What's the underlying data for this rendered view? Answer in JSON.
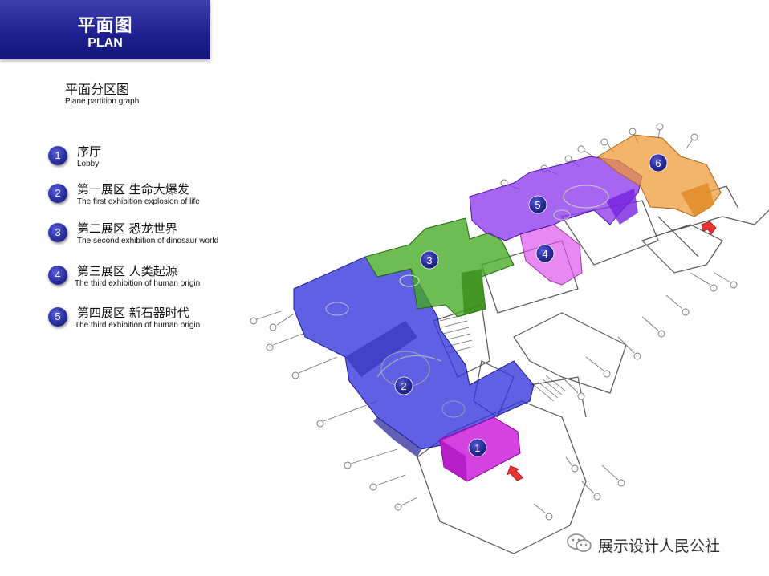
{
  "header": {
    "title_zh": "平面图",
    "title_en": "PLAN"
  },
  "subtitle": {
    "zh": "平面分区图",
    "en": "Plane partition graph"
  },
  "legend": [
    {
      "num": "1",
      "zh": "序厅",
      "en": "Lobby"
    },
    {
      "num": "2",
      "zh": "第一展区 生命大爆发",
      "en": "The first exhibition explosion of life"
    },
    {
      "num": "3",
      "zh": "第二展区 恐龙世界",
      "en": "The second exhibition of dinosaur world"
    },
    {
      "num": "4",
      "zh": "第三展区 人类起源",
      "en": "The third exhibition of human origin"
    },
    {
      "num": "5",
      "zh": "第四展区 新石器时代",
      "en": "The third exhibition of human origin"
    }
  ],
  "zones": [
    {
      "num": "1",
      "color": "#cc22dd"
    },
    {
      "num": "2",
      "color": "#3333dd"
    },
    {
      "num": "3",
      "color": "#44aa22"
    },
    {
      "num": "4",
      "color": "#dd55ee"
    },
    {
      "num": "5",
      "color": "#8833ee"
    },
    {
      "num": "6",
      "color": "#ee9933"
    }
  ],
  "watermark": {
    "text": "展示设计人民公社",
    "icon": "wechat-icon"
  }
}
